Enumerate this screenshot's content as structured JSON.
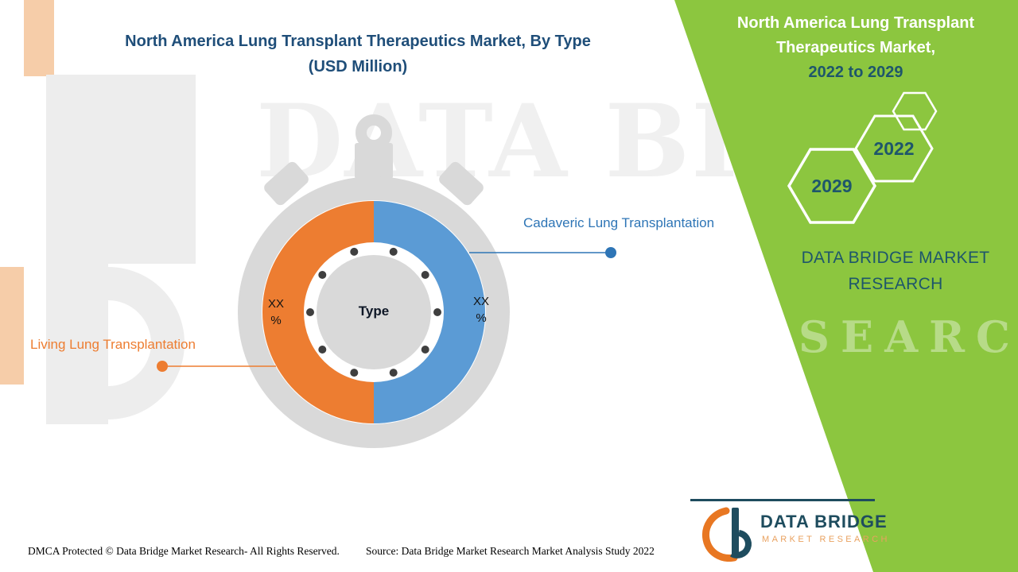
{
  "main_title": {
    "line1": "North America Lung Transplant Therapeutics Market, By Type",
    "line2": "(USD Million)"
  },
  "chart_data": {
    "type": "pie",
    "title": "North America Lung Transplant Therapeutics Market, By Type (USD Million)",
    "center_label": "Type",
    "slices": [
      {
        "label": "Cadaveric Lung Transplantation",
        "value_display": "XX\n%",
        "color": "#5B9BD5"
      },
      {
        "label": "Living Lung Transplantation",
        "value_display": "XX\n%",
        "color": "#ED7D31"
      }
    ],
    "legend_position": "callout-labels",
    "style": "half-and-half donut inside stopwatch graphic"
  },
  "side_panel": {
    "title_line1": "North America Lung Transplant",
    "title_line2": "Therapeutics Market,",
    "title_line3": "2022 to 2029",
    "hexagon_years": {
      "front": "2029",
      "back": "2022"
    },
    "brand_line1": "DATA BRIDGE MARKET",
    "brand_line2": "RESEARCH"
  },
  "watermarks": {
    "primary": "DATA BRIDGE",
    "secondary": "RESEARCH"
  },
  "logo": {
    "name": "DATA BRIDGE",
    "tagline": "MARKET RESEARCH"
  },
  "footer": {
    "dmca": "DMCA Protected © Data Bridge Market Research- All Rights Reserved.",
    "source": "Source: Data Bridge Market Research Market Analysis Study 2022"
  },
  "colors": {
    "green": "#8CC63F",
    "orange": "#ED7D31",
    "blue": "#5B9BD5",
    "gauge_gray": "#D9D9D9",
    "teal_dark": "#1E566B",
    "title_blue": "#1F4E79",
    "label_blue": "#2E75B6"
  }
}
